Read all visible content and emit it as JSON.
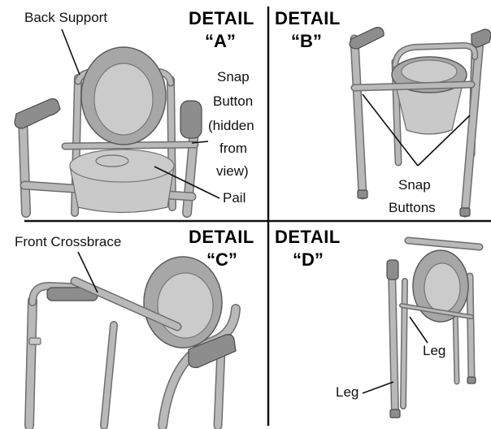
{
  "panels": {
    "A": {
      "title": "DETAIL",
      "letter": "“A”",
      "labels": {
        "back_support": "Back Support",
        "snap_button_lines": [
          "Snap",
          "Button",
          "(hidden",
          "from",
          "view)"
        ],
        "pail": "Pail"
      }
    },
    "B": {
      "title": "DETAIL",
      "letter": "“B”",
      "labels": {
        "snap_buttons_lines": [
          "Snap",
          "Buttons"
        ]
      }
    },
    "C": {
      "title": "DETAIL",
      "letter": "“C”",
      "labels": {
        "front_crossbrace": "Front Crossbrace"
      }
    },
    "D": {
      "title": "DETAIL",
      "letter": "“D”",
      "labels": {
        "leg_upper": "Leg",
        "leg_lower": "Leg"
      }
    }
  },
  "colors": {
    "frame": "#c9c9c9",
    "seat": "#a7a7a7",
    "armrest_pad": "#8d8d8d",
    "text": "#111111"
  }
}
